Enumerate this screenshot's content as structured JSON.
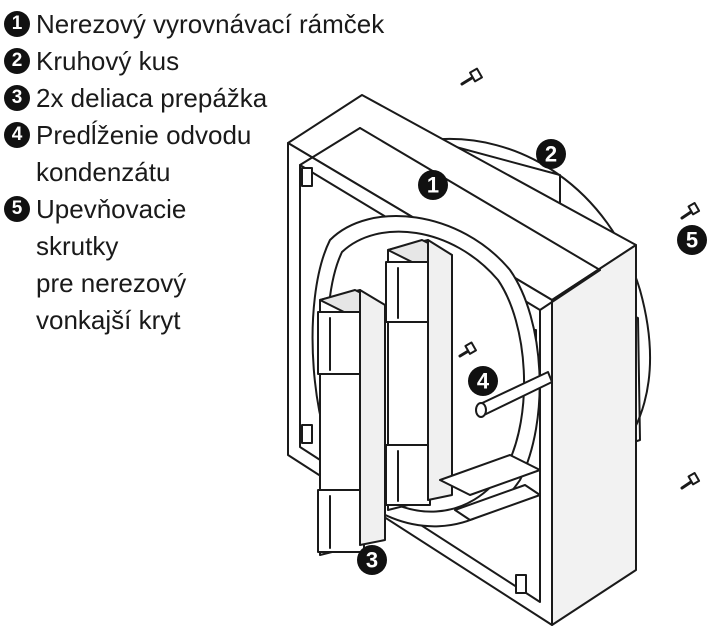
{
  "legend": [
    {
      "num": "1",
      "lines": [
        "Nerezový vyrovnávací rámček"
      ]
    },
    {
      "num": "2",
      "lines": [
        "Kruhový kus"
      ]
    },
    {
      "num": "3",
      "lines": [
        "2x deliaca prepážka"
      ]
    },
    {
      "num": "4",
      "lines": [
        "Predĺženie odvodu",
        "kondenzátu"
      ]
    },
    {
      "num": "5",
      "lines": [
        "Upevňovacie",
        "skrutky",
        "pre nerezový",
        "vonkajší kryt"
      ]
    }
  ],
  "callouts": [
    "1",
    "2",
    "3",
    "4",
    "5"
  ]
}
